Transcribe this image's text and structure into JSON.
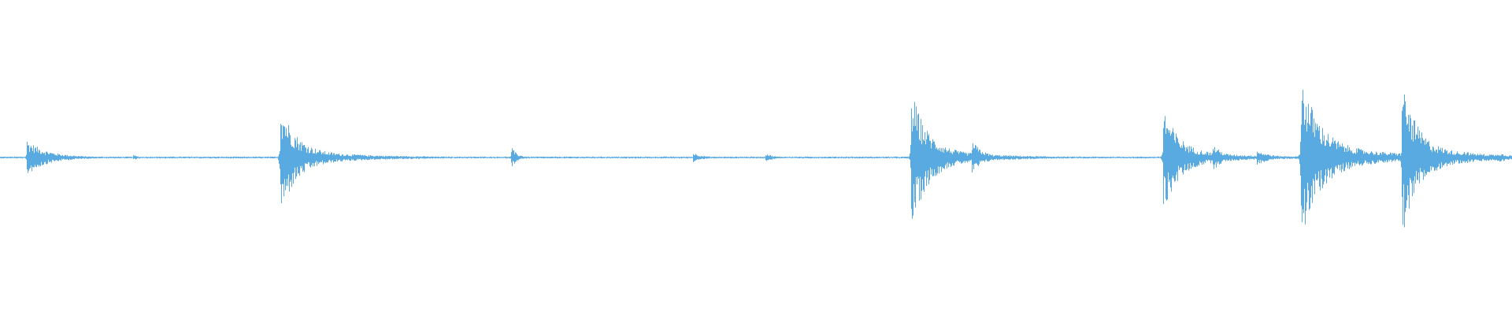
{
  "waveform": {
    "color": "#5aaae2",
    "background": "#ffffff",
    "events": [
      {
        "pos": 0.0173,
        "amp_up": 0.105,
        "amp_down": 0.105,
        "decay": 0.012,
        "tail": 0.04
      },
      {
        "pos": 0.088,
        "amp_up": 0.015,
        "amp_down": 0.015,
        "decay": 0.004,
        "tail": 0.02
      },
      {
        "pos": 0.1849,
        "amp_up": 0.33,
        "amp_down": 0.35,
        "decay": 0.01,
        "tail": 0.06
      },
      {
        "pos": 0.236,
        "amp_up": 0.025,
        "amp_down": 0.025,
        "decay": 0.004,
        "tail": 0.02
      },
      {
        "pos": 0.338,
        "amp_up": 0.065,
        "amp_down": 0.065,
        "decay": 0.003,
        "tail": 0.02
      },
      {
        "pos": 0.458,
        "amp_up": 0.03,
        "amp_down": 0.03,
        "decay": 0.006,
        "tail": 0.02
      },
      {
        "pos": 0.506,
        "amp_up": 0.03,
        "amp_down": 0.03,
        "decay": 0.004,
        "tail": 0.02
      },
      {
        "pos": 0.6023,
        "amp_up": 0.4,
        "amp_down": 0.43,
        "decay": 0.01,
        "tail": 0.05
      },
      {
        "pos": 0.6423,
        "amp_up": 0.11,
        "amp_down": 0.11,
        "decay": 0.006,
        "tail": 0.03
      },
      {
        "pos": 0.668,
        "amp_up": 0.015,
        "amp_down": 0.015,
        "decay": 0.004,
        "tail": 0.02
      },
      {
        "pos": 0.769,
        "amp_up": 0.3,
        "amp_down": 0.32,
        "decay": 0.01,
        "tail": 0.06
      },
      {
        "pos": 0.802,
        "amp_up": 0.08,
        "amp_down": 0.08,
        "decay": 0.006,
        "tail": 0.03
      },
      {
        "pos": 0.831,
        "amp_up": 0.045,
        "amp_down": 0.045,
        "decay": 0.008,
        "tail": 0.03
      },
      {
        "pos": 0.86,
        "amp_up": 0.5,
        "amp_down": 0.5,
        "decay": 0.012,
        "tail": 0.08
      },
      {
        "pos": 0.927,
        "amp_up": 0.44,
        "amp_down": 0.46,
        "decay": 0.01,
        "tail": 0.06
      },
      {
        "pos": 0.968,
        "amp_up": 0.04,
        "amp_down": 0.04,
        "decay": 0.01,
        "tail": 0.04
      },
      {
        "pos": 0.99,
        "amp_up": 0.03,
        "amp_down": 0.03,
        "decay": 0.01,
        "tail": 0.03
      }
    ],
    "noise_floor": 0.006
  }
}
